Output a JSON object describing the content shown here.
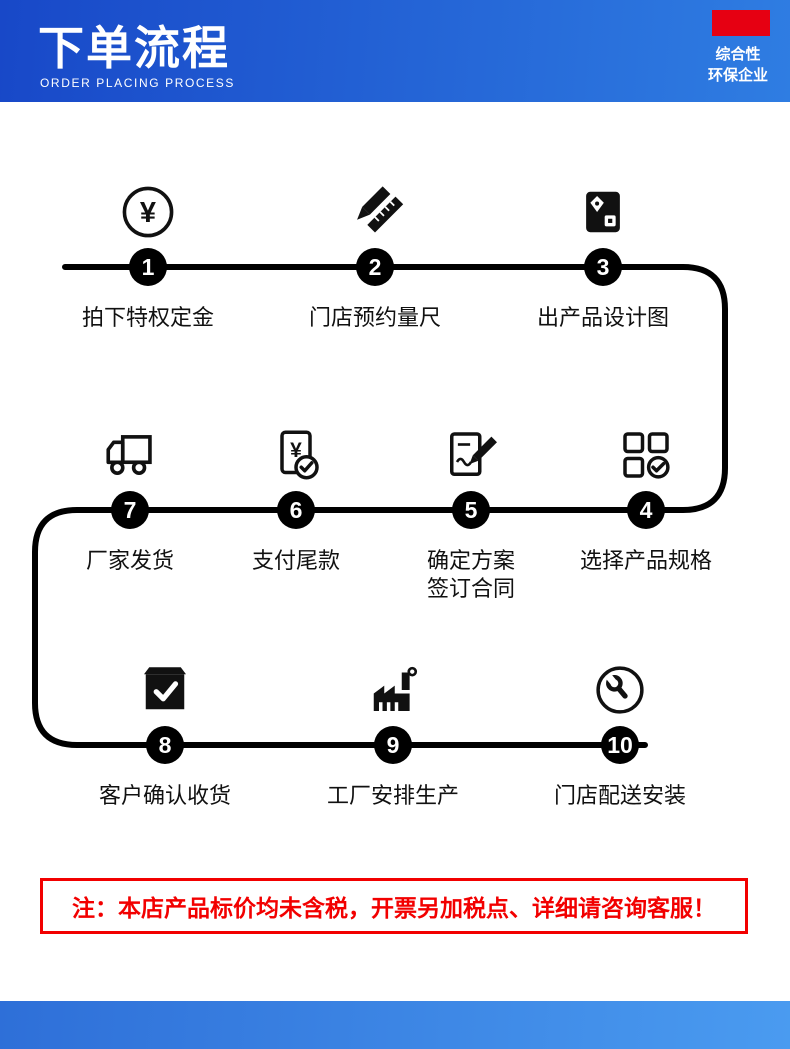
{
  "header": {
    "title": "下单流程",
    "subtitle": "ORDER PLACING PROCESS",
    "badge_line1": "综合性",
    "badge_line2": "环保企业"
  },
  "steps": [
    {
      "num": "1",
      "label": "拍下特权定金",
      "icon": "yen-circle-icon"
    },
    {
      "num": "2",
      "label": "门店预约量尺",
      "icon": "pen-measure-icon"
    },
    {
      "num": "3",
      "label": "出产品设计图",
      "icon": "design-doc-icon"
    },
    {
      "num": "4",
      "label": "选择产品规格",
      "icon": "grid-check-icon"
    },
    {
      "num": "5",
      "label": "确定方案",
      "label2": "签订合同",
      "icon": "contract-sign-icon"
    },
    {
      "num": "6",
      "label": "支付尾款",
      "icon": "payment-check-icon"
    },
    {
      "num": "7",
      "label": "厂家发货",
      "icon": "truck-icon"
    },
    {
      "num": "8",
      "label": "客户确认收货",
      "icon": "box-check-icon"
    },
    {
      "num": "9",
      "label": "工厂安排生产",
      "icon": "factory-icon"
    },
    {
      "num": "10",
      "label": "门店配送安装",
      "icon": "wrench-circle-icon"
    }
  ],
  "note": "注：本店产品标价均未含税，开票另加税点、详细请咨询客服！",
  "colors": {
    "header_start": "#1848c8",
    "header_end": "#2f7de2",
    "footer_start": "#2e6fd8",
    "footer_end": "#4a9bf0",
    "accent_red": "#e60012",
    "note_red": "#f20000",
    "line_black": "#000000"
  }
}
